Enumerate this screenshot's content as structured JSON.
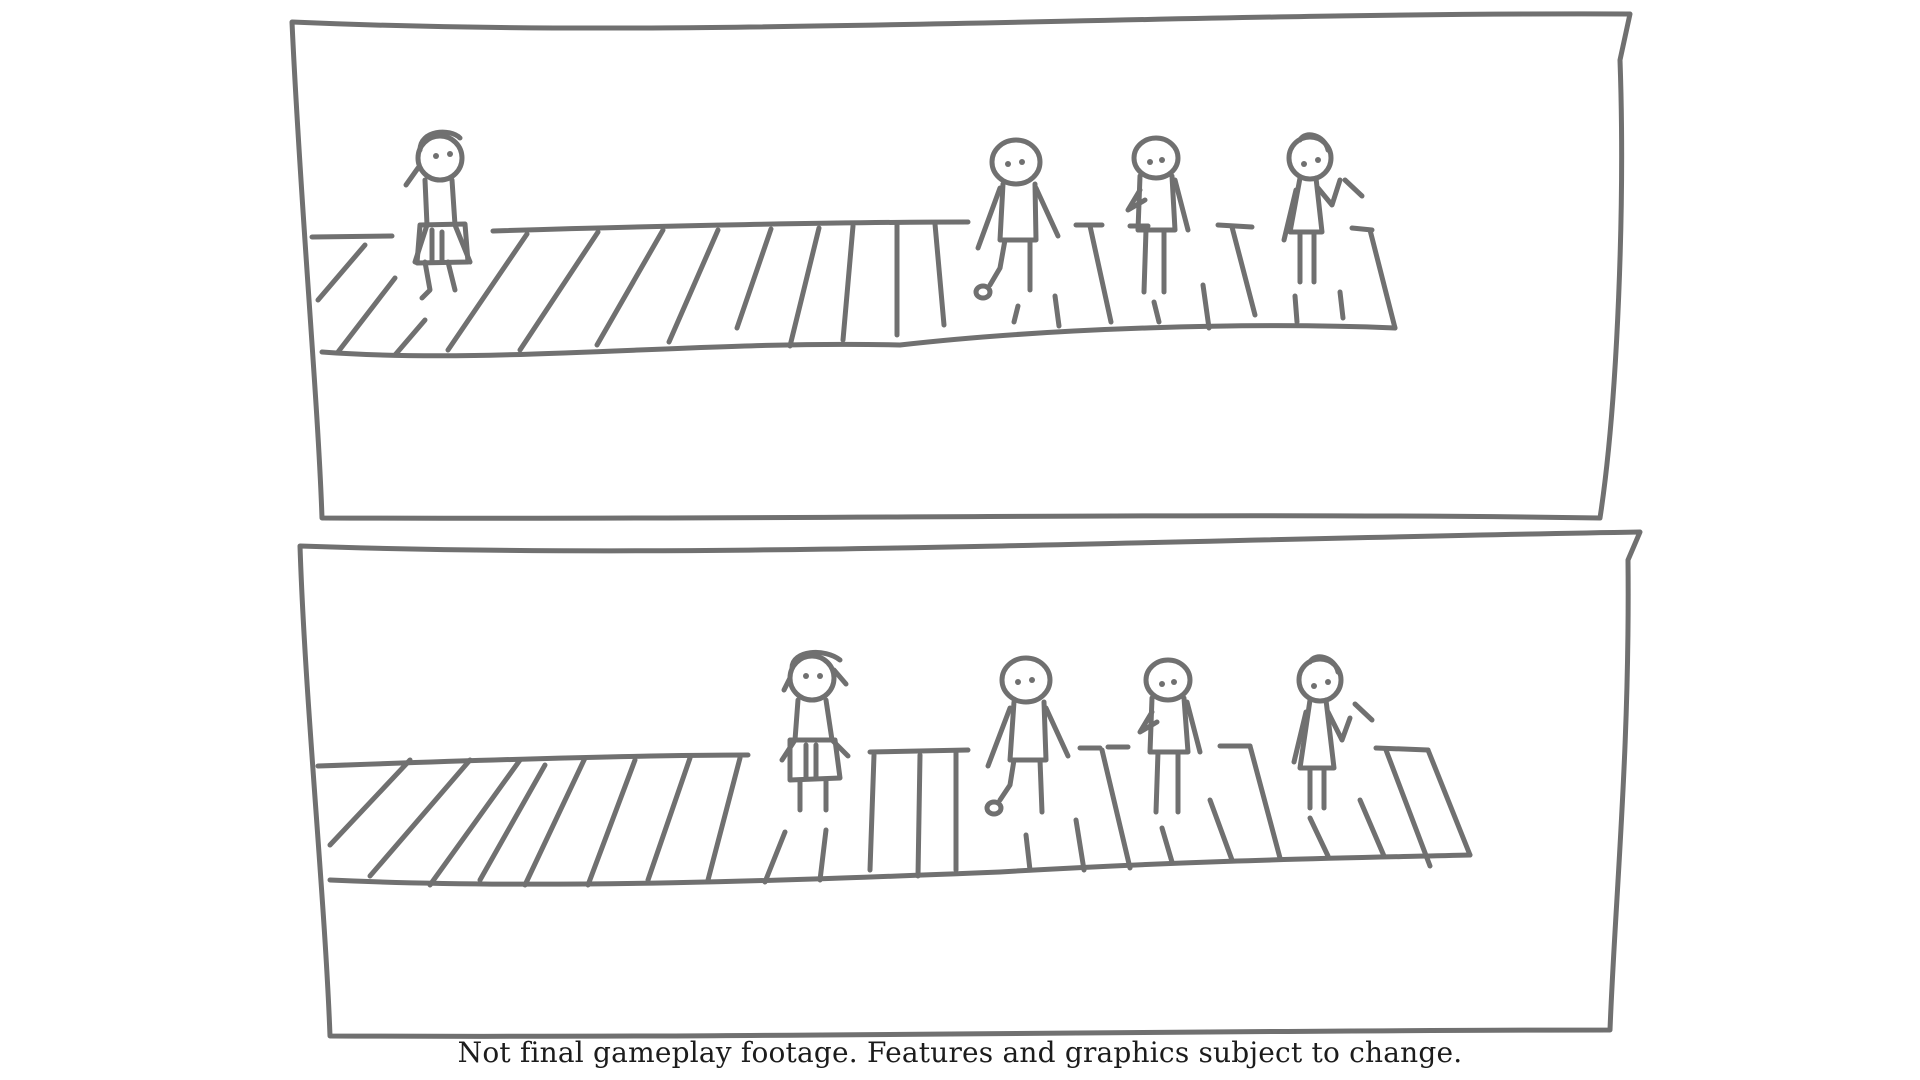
{
  "caption": {
    "text": "Not final gameplay footage. Features and graphics subject to change."
  },
  "colors": {
    "ink": "#707070",
    "background": "#ffffff",
    "caption_text": "#1c1c1c"
  },
  "panels": [
    {
      "name": "panel-top",
      "characters": [
        "girl-with-ponytail",
        "boy-kicking-ball",
        "boy-thinking",
        "girl-waving"
      ],
      "bridge_state": "gap under boys before characters"
    },
    {
      "name": "panel-bottom",
      "characters": [
        "girl-with-ponytail",
        "boy-kicking-ball",
        "boy-thinking",
        "girl-waving"
      ],
      "bridge_state": "girl moved near boys, bridge planks extended"
    }
  ]
}
